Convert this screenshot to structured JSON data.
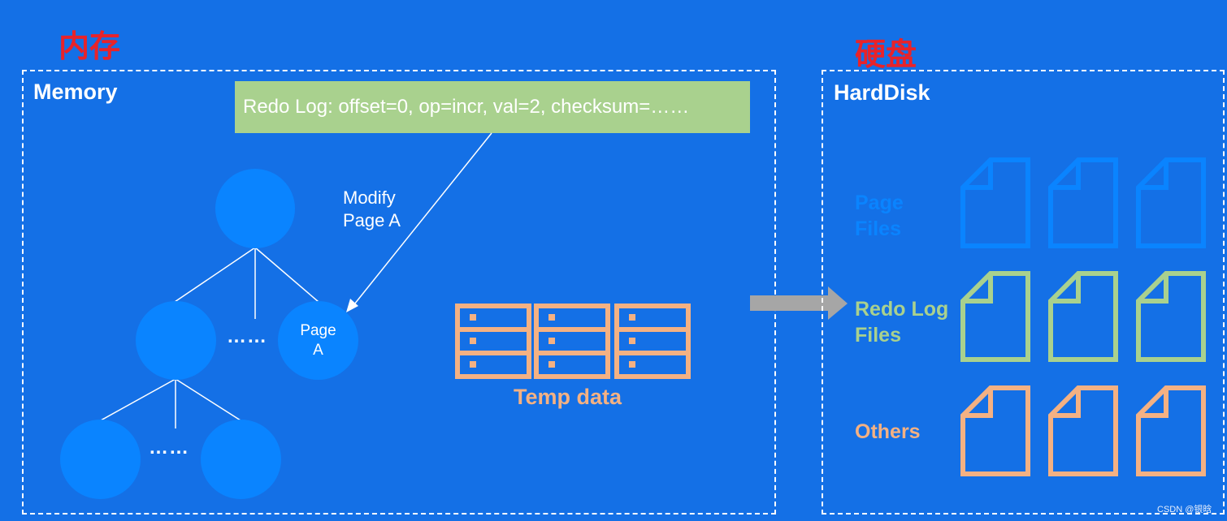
{
  "titles": {
    "memory_cn": "内存",
    "disk_cn": "硬盘"
  },
  "memory": {
    "label": "Memory",
    "redo_log": "Redo Log: offset=0, op=incr, val=2, checksum=……",
    "modify_label": [
      "Modify",
      "Page A"
    ],
    "page_a": [
      "Page",
      "A"
    ],
    "dots": "……",
    "temp_label": "Temp data"
  },
  "harddisk": {
    "label": "HardDisk",
    "rows": [
      {
        "name": "page-files",
        "lines": [
          "Page",
          "Files"
        ],
        "color": "#0a84ff"
      },
      {
        "name": "redo-log-files",
        "lines": [
          "Redo Log",
          "Files"
        ],
        "color": "#a9d18e"
      },
      {
        "name": "others",
        "lines": [
          "Others"
        ],
        "color": "#f4b183"
      }
    ]
  },
  "colors": {
    "background": "#1470e6",
    "node": "#0a84ff",
    "redo_box": "#a9d18e",
    "temp": "#f4b183",
    "arrow": "#a6a6a6"
  },
  "icons": [
    "database-icon",
    "file-icon"
  ],
  "credit": "CSDN @银晗"
}
